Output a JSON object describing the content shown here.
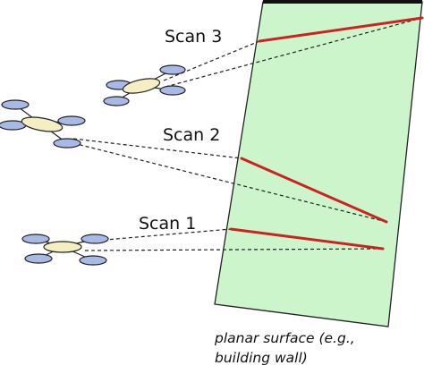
{
  "colors": {
    "surface_fill": "#ccf5cc",
    "surface_border": "#222222",
    "scan_line": "#cc2222",
    "rotor": "#a9b9e6",
    "body": "#f4efc2"
  },
  "scans": [
    {
      "label": "Scan 3"
    },
    {
      "label": "Scan 2"
    },
    {
      "label": "Scan 1"
    }
  ],
  "surface": {
    "caption_line1": "planar surface (e.g.,",
    "caption_line2": "building wall)"
  }
}
